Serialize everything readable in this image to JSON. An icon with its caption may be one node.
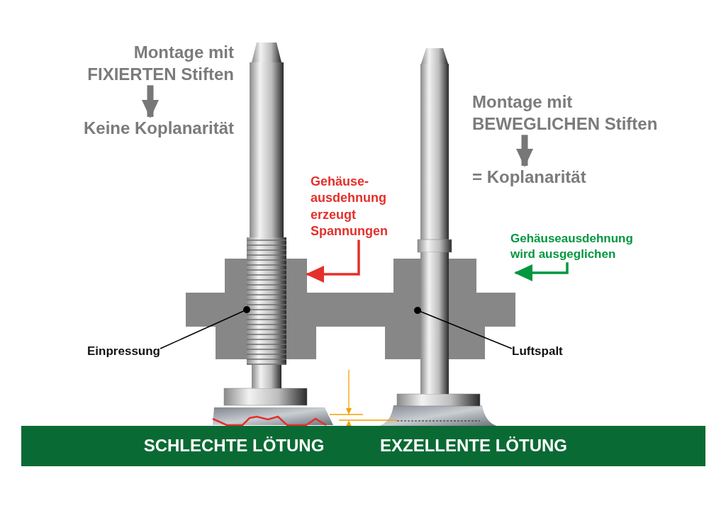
{
  "diagram": {
    "nodes": [
      {
        "text": [
          "Montage mit FIXIERTEN Stiften"
        ]
      },
      {
        "text": [
          "Keine Koplanarität"
        ]
      },
      {
        "text": [
          "Montage mit BEWEGLICHEN Stiften"
        ]
      },
      {
        "text": [
          "= Koplanarität"
        ]
      },
      {
        "text": [
          "Gehäuse-ausdehnung erzeugt Spannungen"
        ]
      },
      {
        "text": [
          "Gehäuseausdehnung wird ausgeglichen"
        ]
      },
      {
        "text": [],
        "shape": "box"
      },
      {
        "text": [
          "Einpressung"
        ]
      },
      {
        "text": [],
        "shape": "picture"
      },
      {
        "text": [
          "Luftspalt"
        ]
      },
      {
        "text": [],
        "shape": "picture"
      },
      {
        "text": [
          "SCHLECHTE LÖTUNG",
          "EXZELLENTE LÖTUNG"
        ]
      }
    ],
    "edges": [
      {
        "from": 0,
        "to": 1,
        "arrow": "to",
        "style": "thick",
        "color": "#777777"
      },
      {
        "from": 2,
        "to": 3,
        "arrow": "to",
        "style": "thick",
        "color": "#777777"
      },
      {
        "from": 4,
        "to": 6,
        "arrow": "to",
        "color": "#e3302b"
      },
      {
        "from": 5,
        "to": 6,
        "arrow": "to",
        "color": "#00973f"
      },
      {
        "from": 7,
        "to": 8,
        "arrow": "other",
        "color": "#000000"
      },
      {
        "from": 9,
        "to": 10,
        "arrow": "other",
        "color": "#000000"
      }
    ]
  }
}
